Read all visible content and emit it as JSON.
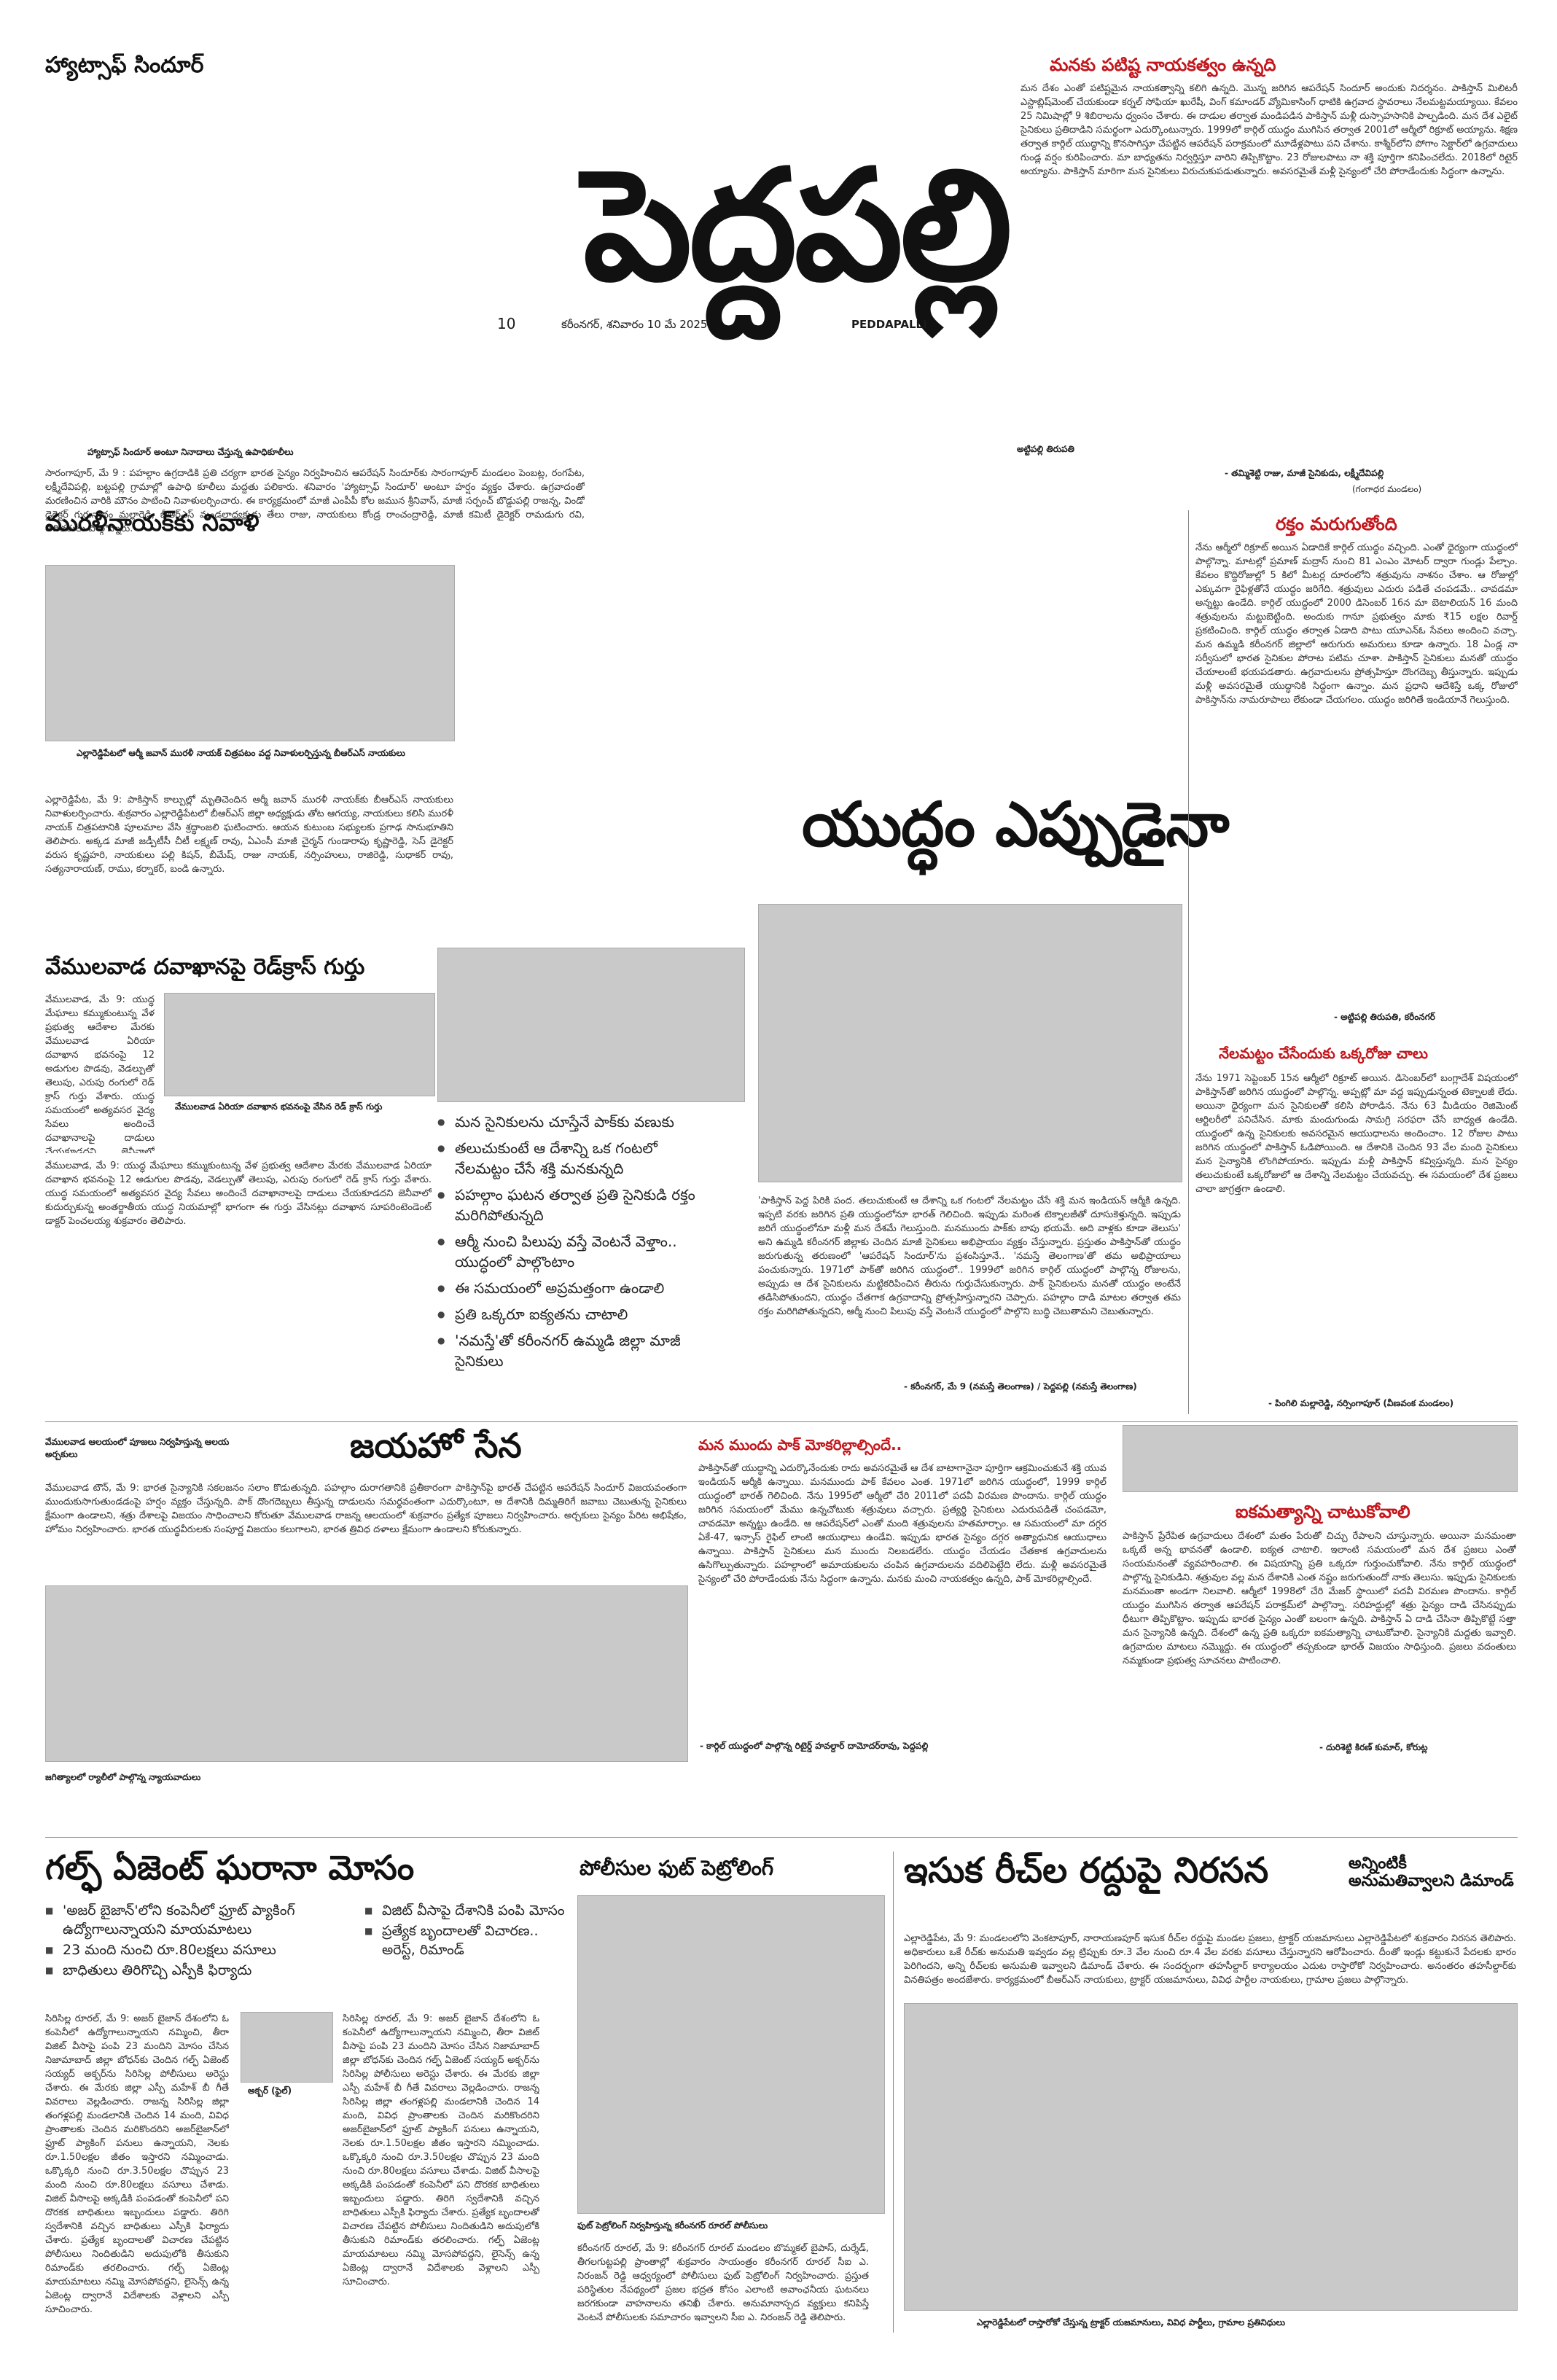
{
  "masthead": {
    "title": "పెద్దపల్లి",
    "page_number": "10",
    "dateline": "కరీంనగర్, శనివారం 10 మే 2025",
    "edition": "PEDDAPALLI"
  },
  "top_left": {
    "kicker": "హ్యాట్సాఫ్ సిందూర్",
    "sub_kicker": "హ్యాట్సాఫ్ సిందూర్ అంటూ నినాదాలు చేస్తున్న ఉపాధికూలీలు",
    "body": "సారంగాపూర్, మే 9 : పహల్గాం ఉగ్రదాడికి ప్రతి చర్యగా భారత సైన్యం నిర్వహించిన ఆపరేషన్ సిందూర్‌కు సారంగాపూర్ మండలం పెంబట్ల, రంగపేట, లక్ష్మీదేవిపల్లి, బట్టపల్లి గ్రామాల్లో ఉపాధి కూలీలు మద్దతు పలికారు. శనివారం 'హ్యాట్సాఫ్ సిందూర్' అంటూ హర్షం వ్యక్తం చేశారు. ఉగ్రవాదంతో మరణించిన వారికి మౌనం పాటించి నివాళులర్పించారు. ఈ కార్యక్రమంలో మాజీ ఎంపీపీ కోల జమున శ్రీనివాస్, మాజీ సర్పంచ్ బొడ్డుపల్లి రాజన్న, విండో డైరెక్టర్ గురునాథం మల్లారెడ్డి, బీఆర్ఎస్ మండలాధ్యక్షుడు తేలు రాజు, నాయకులు కోండ్ర రాంచంద్రారెడ్డి, మాజీ కమిటీ డైరెక్టర్ రామడుగు రవి, తదితరులు పాల్గొన్నారు."
  },
  "top_right": {
    "kicker": "మనకు పటిష్ట నాయకత్వం ఉన్నది",
    "body": "మన దేశం ఎంతో పటిష్టమైన నాయకత్వాన్ని కలిగి ఉన్నది. మొన్న జరిగిన ఆపరేషన్ సిందూర్ అందుకు నిదర్శనం. పాకిస్తాన్ మిలిటరీ ఎస్టాబ్లిష్‌మెంట్ చేయకుండా కర్నల్ సోఫియా ఖురేషీ, వింగ్ కమాండర్ వ్యోమికాసింగ్ ధాటికి ఉగ్రవాద స్థావరాలు నేలమట్టమయ్యాయి. కేవలం 25 నిమిషాల్లో 9 శిబిరాలను ధ్వంసం చేశారు. ఈ దాడుల తర్వాత మండిపడిన పాకిస్తాన్ మళ్లీ దుస్సాహసానికి పాల్పడింది. మన దేశ ఎలైట్ సైనికులు ప్రతిదాడిని సమర్థంగా ఎదుర్కొంటున్నారు. 1999లో కార్గిల్ యుద్ధం ముగిసిన తర్వాత 2001లో ఆర్మీలో రిక్రూట్ అయ్యాను. శిక్షణ తర్వాత కార్గిల్ యుద్ధాన్ని కొనసాగిస్తూ చేపట్టిన ఆపరేషన్ పరాక్రమంలో మూడేళ్లపాటు పని చేశాను. కాశ్మీర్‌లోని పోగాం సెక్టార్‌లో ఉగ్రవాదులు గుండ్ల వర్షం కురిపించారు. మా బాధ్యతను నిర్వర్తిస్తూ వారిని తిప్పికొట్టాం. 23 రోజులపాటు నా శక్తి పూర్తిగా కనిపించలేదు. 2018లో రిటైర్ అయ్యాను. పాకిస్తాన్ మారిగా మన సైనికులు విరుచుకుపడుతున్నారు. అవసరమైతే మళ్లీ సైన్యంలో చేరి పోరాడేందుకు సిద్ధంగా ఉన్నాను.",
    "photo_caption": "అట్టిపల్లి తిరుపతి",
    "byline": "- తమ్మిశెట్టి రాజు, మాజీ సైనికుడు, లక్ష్మీదేవిపల్లి",
    "byline_place": "(గంగాధర మండలం)"
  },
  "muralinayak": {
    "kicker": "మురళీనాయక్‌కు నివాళి",
    "photo_caption": "ఎల్లారెడ్డిపేటలో ఆర్మీ జవాన్ మురళీ నాయక్ చిత్రపటం వద్ద నివాళులర్పిస్తున్న బీఆర్ఎస్ నాయకులు",
    "body": "ఎల్లారెడ్డిపేట, మే 9: పాకిస్తాన్ కాల్పుల్లో మృతిచెందిన ఆర్మీ జవాన్ మురళీ నాయక్‌కు బీఆర్ఎస్ నాయకులు నివాళులర్పించారు. శుక్రవారం ఎల్లారెడ్డిపేటలో బీఆర్ఎస్ జిల్లా అధ్యక్షుడు తోట ఆగయ్య, నాయకులు కలిసి మురళీ నాయక్ చిత్రపటానికి పూలమాల వేసి శ్రద్ధాంజలి ఘటించారు. ఆయన కుటుంబ సభ్యులకు ప్రగాఢ సానుభూతిని తెలిపారు. అక్కడ మాజీ జడ్పీటీసీ చీటీ లక్ష్మణ్ రావు, ఏఎంసీ మాజీ చైర్మన్ గుండారాపు కృష్ణారెడ్డి, సెస్ డైరెక్టర్ వరుస కృష్ణహరి, నాయకులు పల్లి కిషన్, బీమేష్, రాజు నాయక్, నర్సింహులు, రాజిరెడ్డి, సుధాకర్ రావు, సత్యనారాయణ్, రాము, కర్నాకర్, బండి ఉన్నారు."
  },
  "vemulawada_redcross": {
    "kicker": "వేములవాడ దవాఖానపై రెడ్‌క్రాస్ గుర్తు",
    "photo_caption": "వేములవాడ ఏరియా దవాఖాన భవనంపై వేసిన రెడ్ క్రాస్ గుర్తు",
    "body": "వేములవాడ, మే 9: యుద్ధ మేఘాలు కమ్ముకుంటున్న వేళ ప్రభుత్వ ఆదేశాల మేరకు వేములవాడ ఏరియా దవాఖాన భవనంపై 12 అడుగుల పొడవు, వెడల్పుతో తెలుపు, ఎరుపు రంగులో రెడ్ క్రాస్ గుర్తు వేశారు. యుద్ధ సమయంలో అత్యవసర వైద్య సేవలు అందించే దవాఖానాలపై దాడులు చేయకూడదని జెనీవాలో కుదుర్చుకున్న అంతర్జాతీయ యుద్ధ నియమాల్లో భాగంగా ఈ గుర్తు వేసినట్లు దవాఖాన సూపరింటెండెంట్ డాక్టర్ పెంచలయ్య శుక్రవారం తెలిపారు."
  },
  "center_bullets": [
    "మన సైనికులను చూస్తేనే పాక్‌కు వణుకు",
    "తలుచుకుంటే ఆ దేశాన్ని ఒక గంటలో నేలమట్టం చేసే శక్తి మనకున్నది",
    "పహల్గాం ఘటన తర్వాత ప్రతి సైనికుడి రక్తం మరిగిపోతున్నది",
    "ఆర్మీ నుంచి పిలుపు వస్తే వెంటనే వెళ్తాం.. యుద్ధంలో పాల్గొంటాం",
    "ఈ సమయంలో అప్రమత్తంగా ఉండాలి",
    "ప్రతి ఒక్కరూ ఐక్యతను చాటాలి",
    "'నమస్తే'తో కరీంనగర్ ఉమ్మడి జిల్లా మాజీ సైనికులు"
  ],
  "yuddham": {
    "headline": "యుద్ధం ఎప్పుడైనా",
    "body": "'పాకిస్తాన్ పెద్ద పిరికి పంద. తలుచుకుంటే ఆ దేశాన్ని ఒక గంటలో నేలమట్టం చేసే శక్తి మన ఇండియన్ ఆర్మీకి ఉన్నది. ఇప్పటి వరకు జరిగిన ప్రతి యుద్ధంలోనూ భారత్ గెలిచింది. ఇప్పుడు మరింత టెక్నాలజీతో దూసుకెళ్తున్నది. ఇప్పుడు జరిగే యుద్ధంలోనూ మళ్లీ మన దేశమే గెలుస్తుంది. మనముందు పాక్‌కు బాపు భయమే. అది వాళ్లకు కూడా తెలుసు' అని ఉమ్మడి కరీంనగర్ జిల్లాకు చెందిన మాజీ సైనికులు అభిప్రాయం వ్యక్తం చేస్తున్నారు. ప్రస్తుతం పాకిస్తాన్‌తో యుద్ధం జరుగుతున్న తరుణంలో 'ఆపరేషన్ సిందూర్'ను ప్రశంసిస్తూనే.. 'నమస్తే తెలంగాణ'తో తమ అభిప్రాయాలు పంచుకున్నారు. 1971లో పాక్‌తో జరిగిన యుద్ధంలో.. 1999లో జరిగిన కార్గిల్ యుద్ధంలో పాల్గొన్న రోజులను, అప్పుడు ఆ దేశ సైనికులను మట్టికరిపించిన తీరును గుర్తుచేసుకున్నారు. పాక్ సైనికులను మనతో యుద్ధం అంటేనే తడిసిపోతుందని, యుద్ధం చేతగాక ఉగ్రవాదాన్ని ప్రోత్సహిస్తున్నారని చెప్పారు. పహల్గాం దాడి మాటల తర్వాత తమ రక్తం మరిగిపోతున్నదని, ఆర్మీ నుంచి పిలుపు వస్తే వెంటనే యుద్ధంలో పాల్గొని బుద్ధి చెబుతామని చెబుతున్నారు.",
    "byline": "- కరీంనగర్, మే 9 (నమస్తే తెలంగాణ) / పెద్దపల్లి (నమస్తే తెలంగాణ)"
  },
  "raktam": {
    "kicker": "రక్తం మరుగుతోంది",
    "body": "నేను ఆర్మీలో రిక్రూట్ అయిన ఏడాదికే కార్గిల్ యుద్ధం వచ్చింది. ఎంతో ధైర్యంగా యుద్ధంలో పాల్గొన్నా. మాటల్లో ప్రమాణ్ మద్రాస్ నుంచి 81 ఎంఎం మోటర్ ద్వారా గుండ్లు పేల్చాం. కేవలం కొద్దిరోజుల్లో 5 కిలో మీటర్ల దూరంలోని శత్రువును నాశనం చేశాం. ఆ రోజుల్లో ఎక్కువగా రైఫిళ్లతోనే యుద్ధం జరిగేది. శత్రువులు ఎదురు పడితే చంపడమే.. చావడమా అన్నట్టు ఉండేది. కార్గిల్ యుద్ధంలో 2000 డిసెంబర్ 16న మా బెటాలియన్ 16 మంది శత్రువులను మట్టుబెట్టింది. అందుకు గానూ ప్రభుత్వం మాకు ₹15 లక్షల రివార్డ్ ప్రకటించింది. కార్గిల్ యుద్ధం తర్వాత ఏడాది పాటు యూఎన్‌ఓ సేవలు అందించి వచ్చా. మన ఉమ్మడి కరీంనగర్ జిల్లాలో ఆరుగురు అమరులు కూడా ఉన్నారు. 18 ఏండ్ల నా సర్వీసులో భారత సైనికుల పోరాట పటిమ చూశా. పాకిస్తాన్ సైనికులు మనతో యుద్ధం చేయాలంటే భయపడతారు. ఉగ్రవాదులను ప్రోత్సహిస్తూ దొంగదెబ్బ తీస్తున్నారు. ఇప్పుడు మళ్లీ అవసరమైతే యుద్ధానికి సిద్ధంగా ఉన్నాం. మన ప్రధాని ఆదేశిస్తే ఒక్క రోజులో పాకిస్తాన్‌ను నామరూపాలు లేకుండా చేయగలం. యుద్ధం జరిగితే ఇండియానే గెలుస్తుంది.",
    "byline": "- అట్టిపల్లి తిరుపతి, కరీంనగర్"
  },
  "nelamattam": {
    "kicker": "నేలమట్టం చేసేందుకు ఒక్కరోజు చాలు",
    "body": "నేను 1971 సెప్టెంబర్ 15న ఆర్మీలో రిక్రూట్ అయిన. డిసెంబర్‌లో బంగ్లాదేశ్ విషయంలో పాకిస్తాన్‌తో జరిగిన యుద్ధంలో పాల్గొన్న. అప్పట్లో మా వద్ద ఇప్పుడున్నంత టెక్నాలజీ లేదు. అయినా ధైర్యంగా మన సైనికులతో కలిసి పోరాడిన. నేను 63 మీడియం రెజిమెంట్ ఆర్టిలరీలో పనిచేసిన. మాకు మందుగుండు సామగ్రి సరఫరా చేసే బాధ్యత ఉండేది. యుద్ధంలో ఉన్న సైనికులకు అవసరమైన ఆయుధాలను అందించాం. 12 రోజుల పాటు జరిగిన యుద్ధంలో పాకిస్తాన్ ఓడిపోయింది. ఆ దేశానికి చెందిన 93 వేల మంది సైనికులు మన సైన్యానికి లొంగిపోయారు. ఇప్పుడు మళ్లీ పాకిస్తాన్ కవ్విస్తున్నది. మన సైన్యం తలుచుకుంటే ఒక్కరోజులో ఆ దేశాన్ని నేలమట్టం చేయవచ్చు. ఈ సమయంలో దేశ ప్రజలు చాలా జాగ్రత్తగా ఉండాలి.",
    "byline": "- పింగిలి మల్లారెడ్డి, నర్సింగాపూర్ (వీణవంక మండలం)"
  },
  "jayaho": {
    "photo_caption": "వేములవాడ ఆలయంలో పూజలు నిర్వహిస్తున్న ఆలయ అర్చకులు",
    "headline": "జయహో సేన",
    "body": "వేములవాడ టౌన్, మే 9: భారత సైన్యానికి సకలజనం సలాం కొడుతున్నది. పహల్గాం దురాగతానికి ప్రతీకారంగా పాకిస్తాన్‌పై భారత్ చేపట్టిన ఆపరేషన్ సిందూర్ విజయవంతంగా ముందుకుసాగుతుండడంపై హర్షం వ్యక్తం చేస్తున్నది. పాక్ దొంగదెబ్బలు తీస్తున్న దాడులను సమర్థవంతంగా ఎదుర్కొంటూ, ఆ దేశానికి దిమ్మతిరిగే జవాబు చెబుతున్న సైనికులు క్షేమంగా ఉండాలని, శత్రు దేశాలపై విజయం సాధించాలని కోరుతూ వేములవాడ రాజన్న ఆలయంలో శుక్రవారం ప్రత్యేక పూజలు నిర్వహించారు. అర్చకులు సైన్యం పేరిట అభిషేకం, హోమం నిర్వహించారు. భారత యుద్ధవీరులకు సంపూర్ణ విజయం కలుగాలని, భారత త్రివిధ దళాలు క్షేమంగా ఉండాలని కోరుకున్నారు."
  },
  "mana_mundu": {
    "kicker": "మన ముందు పాక్ మోకరిల్లాల్సిందే..",
    "body": "పాకిస్తాన్‌తో యుద్ధాన్ని ఎదుర్కొనేందుకు రాదు అవసరమైతే ఆ దేశ బాటాగానైనా పూర్తిగా ఆక్రమించుకునే శక్తి యువ ఇండియన్ ఆర్మీకి ఉన్నాయి. మనముందు పాక్ కేవలం ఎంత. 1971లో జరిగిన యుద్ధంలో, 1999 కార్గిల్ యుద్ధంలో భారత్ గెలిచింది. నేను 1995లో ఆర్మీలో చేరి 2011లో పదవీ విరమణ పొందాను. కార్గిల్ యుద్ధం జరిగిన సమయంలో మేము ఉన్నచోటుకు శత్రువులు వచ్చారు. ప్రత్యర్థి సైనికులు ఎదురుపడితే చంపడమో, చావడమో అన్నట్టు ఉండేది. ఆ ఆపరేషన్‌లో ఎంతో మంది శత్రువులను హతమార్చాం. ఆ సమయంలో మా దగ్గర ఏకే-47, ఇన్సాస్ రైఫిల్ లాంటి ఆయుధాలు ఉండేవి. ఇప్పుడు భారత సైన్యం దగ్గర అత్యాధునిక ఆయుధాలు ఉన్నాయి. పాకిస్తాన్ సైనికులు మన ముందు నిలబడలేరు. యుద్ధం చేయడం చేతకాక ఉగ్రవాదులను ఉసిగొల్పుతున్నారు. పహల్గాంలో అమాయకులను చంపిన ఉగ్రవాదులను వదిలిపెట్టేది లేదు. మళ్లీ అవసరమైతే సైన్యంలో చేరి పోరాడేందుకు నేను సిద్ధంగా ఉన్నాను. మనకు మంచి నాయకత్వం ఉన్నది, పాక్ మోకరిల్లాల్సిందే.",
    "byline": "- కార్గిల్ యుద్ధంలో పాల్గొన్న రిటైర్డ్ హవల్దార్ దామోదర్‌రావు, పెద్దపల్లి"
  },
  "aikamatyam": {
    "kicker": "ఐకమత్యాన్ని చాటుకోవాలి",
    "body": "పాకిస్తాన్ ప్రేరేపిత ఉగ్రవాదులు దేశంలో మతం పేరుతో చిచ్చు రేపాలని చూస్తున్నారు. అయినా మనమంతా ఒక్కటే అన్న భావనతో ఉండాలి. ఐక్యత చాటాలి. ఇలాంటి సమయంలో మన దేశ ప్రజలు ఎంతో సంయమనంతో వ్యవహరించాలి. ఈ విషయాన్ని ప్రతి ఒక్కరూ గుర్తుంచుకోవాలి. నేను కార్గిల్ యుద్ధంలో పాల్గొన్న సైనికుడిని. శత్రువుల వల్ల మన దేశానికి ఎంత నష్టం జరుగుతుందో నాకు తెలుసు. ఇప్పుడు సైనికులకు మనమంతా అండగా నిలవాలి. ఆర్మీలో 1998లో చేరి మేజర్ స్థాయిలో పదవీ విరమణ పొందాను. కార్గిల్ యుద్ధం ముగిసిన తర్వాత ఆపరేషన్ పరాక్రమ్‌లో పాల్గొన్నా. సరిహద్దుల్లో శత్రు సైన్యం దాడి చేసినప్పుడు ధీటుగా తిప్పికొట్టాం. ఇప్పుడు భారత సైన్యం ఎంతో బలంగా ఉన్నది. పాకిస్తాన్ ఏ దాడి చేసినా తిప్పికొట్టే సత్తా మన సైన్యానికి ఉన్నది. దేశంలో ఉన్న ప్రతి ఒక్కరూ ఐకమత్యాన్ని చాటుకోవాలి. సైన్యానికి మద్దతు ఇవ్వాలి. ఉగ్రవాదుల మాటలు నమ్మొద్దు. ఈ యుద్ధంలో తప్పకుండా భారత్ విజయం సాధిస్తుంది. ప్రజలు వదంతులు నమ్మకుండా ప్రభుత్వ సూచనలు పాటించాలి.",
    "byline": "- దురిశెట్టి కిరణ్ కుమార్, కోరుట్ల"
  },
  "gulf": {
    "photo_caption": "జగిత్యాలలో ర్యాలీలో పాల్గొన్న న్యాయవాదులు",
    "headline": "గల్ఫ్ ఏజెంట్ ఘరానా మోసం",
    "bullets": [
      "'అజర్ బైజాన్'లోని కంపెనీలో ఫ్రూట్ ప్యాకింగ్ ఉద్యోగాలున్నాయని మాయమాటలు",
      "23 మంది నుంచి రూ.80లక్షలు వసూలు",
      "విజిట్ వీసాపై దేశానికి పంపి మోసం",
      "బాధితులు తిరిగొచ్చి ఎస్పీకి ఫిర్యాదు",
      "ప్రత్యేక బృందాలతో విచారణ.. అరెస్ట్, రిమాండ్"
    ],
    "photo_caption_2": "అక్బర్ (ఫైల్)",
    "body": "సిరిసిల్ల రూరల్, మే 9: అజర్ బైజాన్ దేశంలోని ఓ కంపెనీలో ఉద్యోగాలున్నాయని నమ్మించి, తీరా విజిట్ వీసాపై పంపి 23 మందిని మోసం చేసిన నిజామాబాద్ జిల్లా బోధన్‌కు చెందిన గల్ఫ్ ఏజెంట్ సయ్యద్ అక్బర్‌ను సిరిసిల్ల పోలీసులు అరెస్టు చేశారు. ఈ మేరకు జిల్లా ఎస్పీ మహేశ్ బీ గీతే వివరాలు వెల్లడించారు. రాజన్న సిరిసిల్ల జిల్లా తంగళ్లపల్లి మండలానికి చెందిన 14 మంది, వివిధ ప్రాంతాలకు చెందిన మరికొందరిని అజర్‌బైజాన్‌లో ఫ్రూట్ ప్యాకింగ్ పనులు ఉన్నాయని, నెలకు రూ.1.50లక్షల జీతం ఇస్తారని నమ్మించాడు. ఒక్కొక్కరి నుంచి రూ.3.50లక్షల చొప్పున 23 మంది నుంచి రూ.80లక్షలు వసూలు చేశాడు. విజిట్ వీసాలపై అక్కడికి పంపడంతో కంపెనీలో పని దొరకక బాధితులు ఇబ్బందులు పడ్డారు. తిరిగి స్వదేశానికి వచ్చిన బాధితులు ఎస్పీకి ఫిర్యాదు చేశారు. ప్రత్యేక బృందాలతో విచారణ చేపట్టిన పోలీసులు నిందితుడిని అదుపులోకి తీసుకుని రిమాండ్‌కు తరలించారు. గల్ఫ్ ఏజెంట్ల మాయమాటలు నమ్మి మోసపోవద్దని, లైసెన్స్ ఉన్న ఏజెంట్ల ద్వారానే విదేశాలకు వెళ్లాలని ఎస్పీ సూచించారు."
  },
  "police": {
    "headline": "పోలీసుల ఫుట్ పెట్రోలింగ్",
    "photo_caption": "ఫుట్ పెట్రోలింగ్ నిర్వహిస్తున్న కరీంనగర్ రూరల్ పోలీసులు",
    "body": "కరీంనగర్ రూరల్, మే 9: కరీంనగర్ రూరల్ మండలం బొమ్మకల్ బైపాస్, దుర్శేడ్, తీగలగుట్టపల్లి ప్రాంతాల్లో శుక్రవారం సాయంత్రం కరీంనగర్ రూరల్ సీఐ ఎ. నిరంజన్ రెడ్డి ఆధ్వర్యంలో పోలీసులు ఫుట్ పెట్రోలింగ్ నిర్వహించారు. ప్రస్తుత పరిస్థితుల నేపథ్యంలో ప్రజల భద్రత కోసం ఎలాంటి అవాంఛనీయ ఘటనలు జరగకుండా వాహనాలను తనిఖీ చేశారు. అనుమానాస్పద వ్యక్తులు కనిపిస్తే వెంటనే పోలీసులకు సమాచారం ఇవ్వాలని సీఐ ఎ. నిరంజన్ రెడ్డి తెలిపారు."
  },
  "isuka": {
    "headline": "ఇసుక రీచ్‌ల రద్దుపై నిరసన",
    "side_head": "అన్నింటికీ అనుమతివ్వాలని డిమాండ్",
    "body": "ఎల్లారెడ్డిపేట, మే 9: మండలంలోని వెంకటాపూర్, నారాయణపూర్ ఇసుక రీచ్‌ల రద్దుపై మండల ప్రజలు, ట్రాక్టర్ యజమానులు ఎల్లారెడ్డిపేటలో శుక్రవారం నిరసన తెలిపారు. అధికారులు ఒకే రీచ్‌కు అనుమతి ఇవ్వడం వల్ల ట్రిప్పుకు రూ.3 వేల నుంచి రూ.4 వేల వరకు వసూలు చేస్తున్నారని ఆరోపించారు. దీంతో ఇండ్లు కట్టుకునే పేదలకు భారం పెరిగిందని, అన్ని రీచ్‌లకు అనుమతి ఇవ్వాలని డిమాండ్ చేశారు. ఈ సందర్భంగా తహసీల్దార్ కార్యాలయం ఎదుట రాస్తారోకో నిర్వహించారు. అనంతరం తహసీల్దార్‌కు వినతిపత్రం అందజేశారు. కార్యక్రమంలో బీఆర్ఎస్ నాయకులు, ట్రాక్టర్ యజమానులు, వివిధ పార్టీల నాయకులు, గ్రామాల ప్రజలు పాల్గొన్నారు.",
    "photo_caption": "ఎల్లారెడ్డిపేటలో రాస్తారోకో చేస్తున్న ట్రాక్టర్ యజమానులు, వివిధ పార్టీలు, గ్రామాల ప్రతినిధులు"
  }
}
